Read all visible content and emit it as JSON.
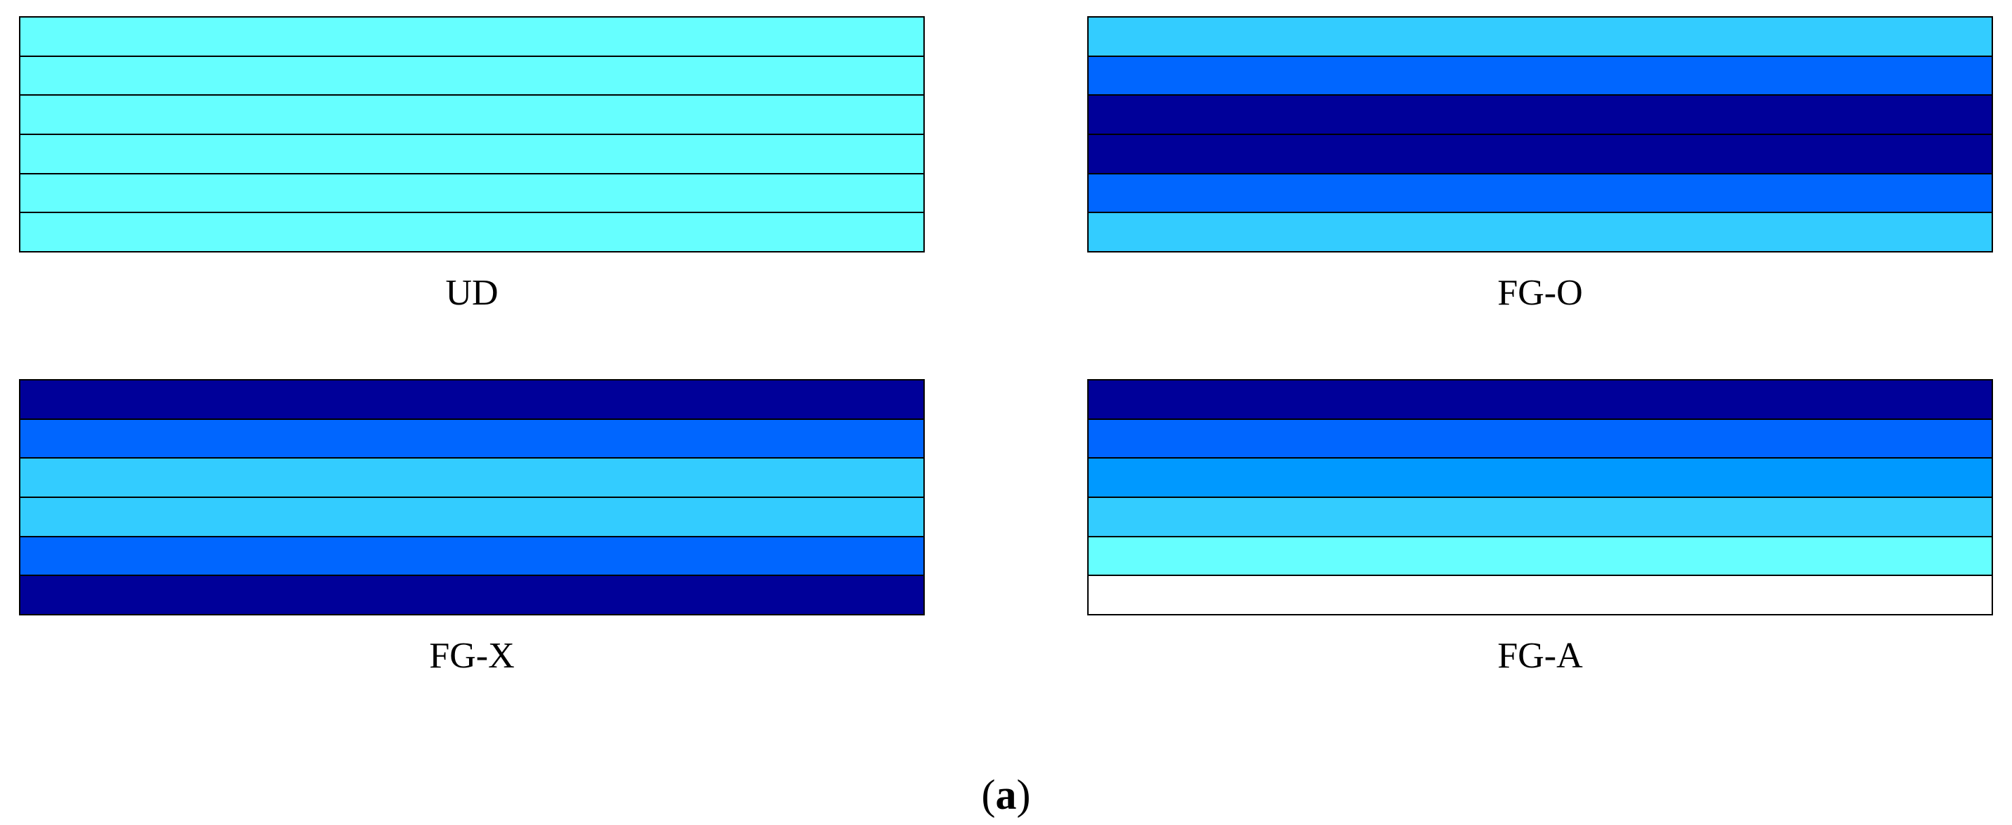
{
  "panels": [
    {
      "id": "ud",
      "label": "UD",
      "layers": [
        "#66ffff",
        "#66ffff",
        "#66ffff",
        "#66ffff",
        "#66ffff",
        "#66ffff"
      ]
    },
    {
      "id": "fgo",
      "label": "FG-O",
      "layers": [
        "#33ccff",
        "#0066ff",
        "#000099",
        "#000099",
        "#0066ff",
        "#33ccff"
      ]
    },
    {
      "id": "fgx",
      "label": "FG-X",
      "layers": [
        "#000099",
        "#0066ff",
        "#33ccff",
        "#33ccff",
        "#0066ff",
        "#000099"
      ]
    },
    {
      "id": "fga",
      "label": "FG-A",
      "layers": [
        "#000099",
        "#0066ff",
        "#0099ff",
        "#33ccff",
        "#66ffff",
        "#ffffff"
      ]
    }
  ],
  "subfigure": {
    "open": "(",
    "letter": "a",
    "close": ")"
  }
}
